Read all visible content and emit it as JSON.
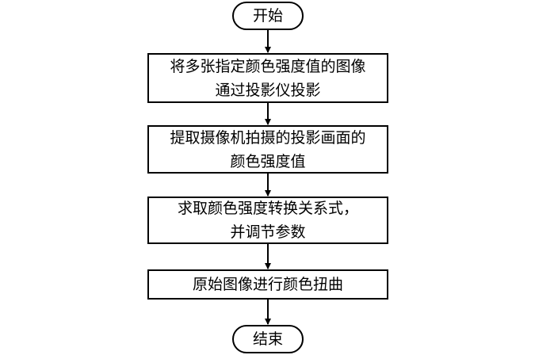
{
  "flowchart": {
    "start": "开始",
    "steps": [
      {
        "line1": "将多张指定颜色强度值的图像",
        "line2": "通过投影仪投影"
      },
      {
        "line1": "提取摄像机拍摄的投影画面的",
        "line2": "颜色强度值"
      },
      {
        "line1": "求取颜色强度转换关系式，",
        "line2": "并调节参数"
      },
      {
        "line1": "原始图像进行颜色扭曲"
      }
    ],
    "end": "结束"
  }
}
